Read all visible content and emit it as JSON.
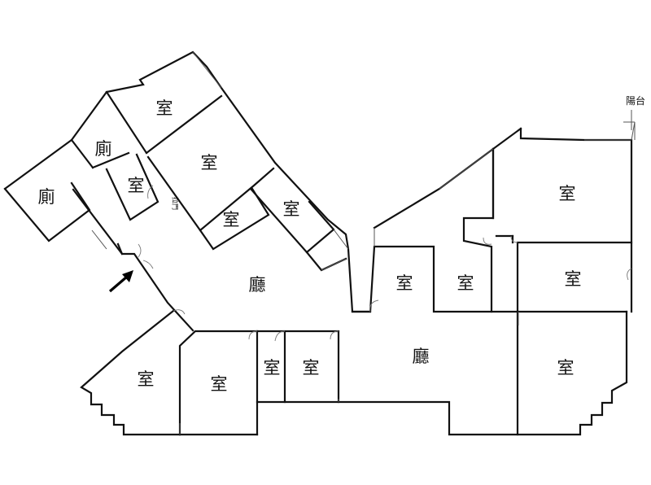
{
  "labels": {
    "room": "室",
    "toilet": "廁",
    "hall": "廳",
    "balcony": "陽台",
    "note": "拉門"
  }
}
